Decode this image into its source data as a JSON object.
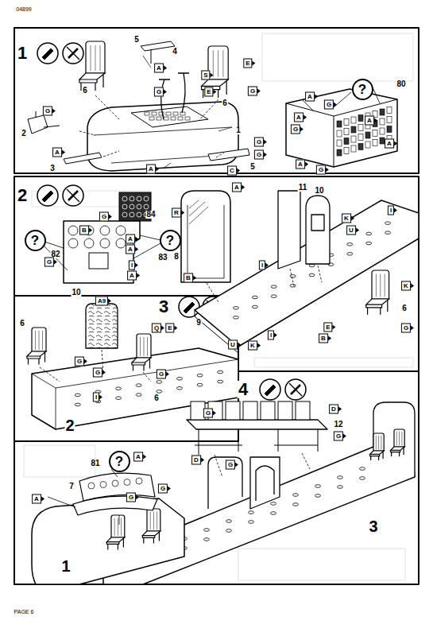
{
  "diagram": {
    "nodes": [
      {
        "text": [
          "?"
        ]
      },
      {
        "text": [
          "?"
        ]
      },
      {
        "text": [
          "?"
        ]
      },
      {
        "text": [
          "?"
        ]
      }
    ],
    "labels": [
      "04899",
      "1",
      "5",
      "A",
      "4",
      "G",
      "E",
      "S",
      "E",
      "G",
      "6",
      "6",
      "G",
      "2",
      "A",
      "3",
      "1",
      "A",
      "G",
      "G",
      "C",
      "5",
      "80",
      "A",
      "G",
      "A",
      "A",
      "G",
      "A",
      "G",
      "A",
      "2",
      "84",
      "B",
      "G",
      "82",
      "83",
      "A",
      "A",
      "G",
      "I",
      "A",
      "10",
      "R",
      "A",
      "8",
      "B",
      "11",
      "10",
      "K",
      "I",
      "U",
      "I",
      "K",
      "6",
      "G",
      "E",
      "B",
      "9",
      "U",
      "K",
      "I",
      "3",
      "6",
      "A9",
      "Q",
      "E",
      "G",
      "G",
      "G",
      "I",
      "6",
      "2",
      "4",
      "G",
      "D",
      "12",
      "G",
      "D",
      "G",
      "81",
      "A",
      "7",
      "G",
      "G",
      "A",
      "1",
      "3",
      "PAGE 6"
    ]
  }
}
